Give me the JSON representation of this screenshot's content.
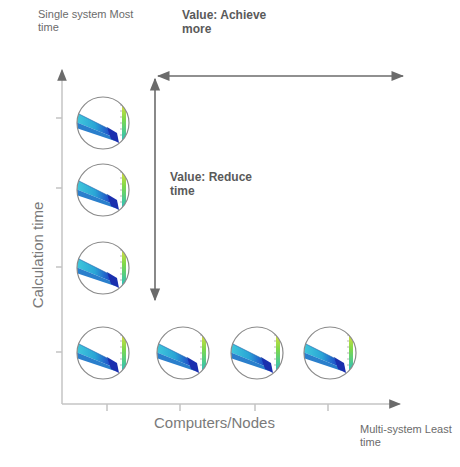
{
  "diagram": {
    "labels": [
      "Single system Most time",
      "Value: Achieve more",
      "Value: Reduce time",
      "Calculation time",
      "Computers/Nodes",
      "Multi-system Least time"
    ]
  }
}
